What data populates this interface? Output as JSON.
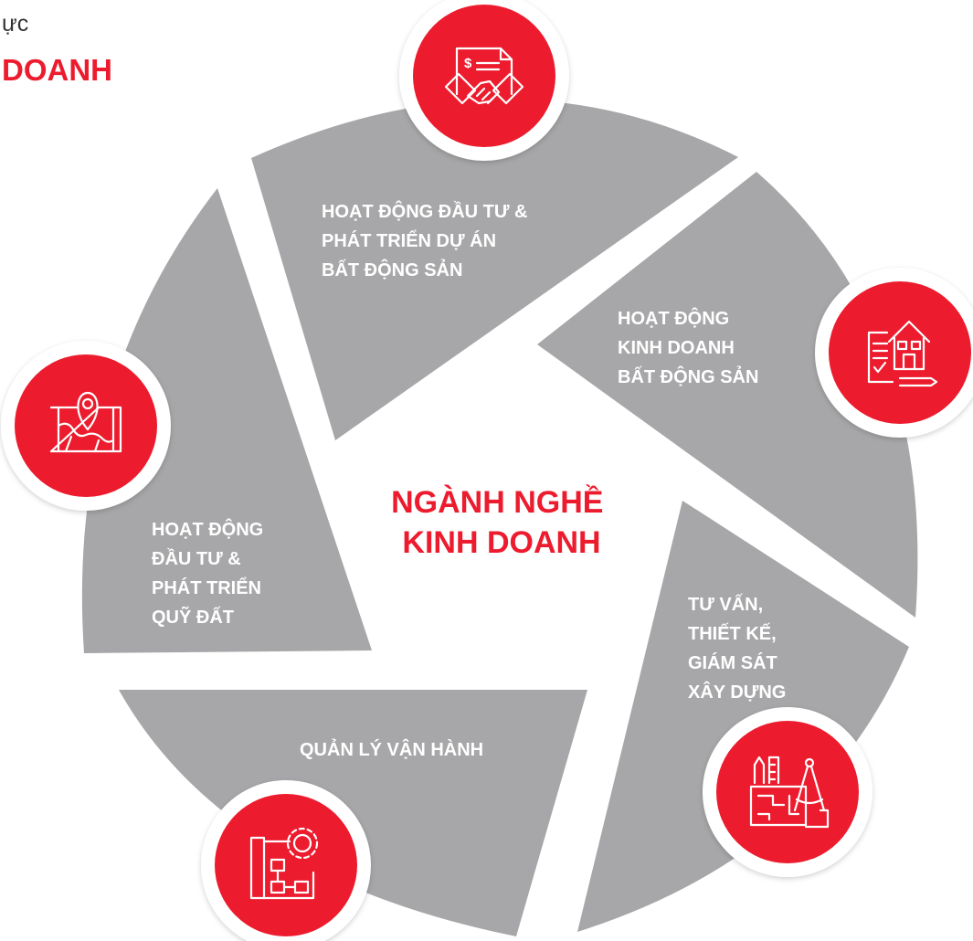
{
  "header": {
    "subtitle": "ực",
    "title": "DOANH"
  },
  "center": {
    "line1": "NGÀNH NGHỀ",
    "line2": "KINH DOANH"
  },
  "segments": [
    {
      "id": "investment-projects",
      "lines": [
        "HOẠT ĐỘNG ĐẦU TƯ &",
        "PHÁT TRIỂN DỰ ÁN",
        "BẤT ĐỘNG SẢN"
      ],
      "icon": "handshake-contract-icon"
    },
    {
      "id": "real-estate-business",
      "lines": [
        "HOẠT ĐỘNG",
        "KINH DOANH",
        "BẤT ĐỘNG SẢN"
      ],
      "icon": "house-document-icon"
    },
    {
      "id": "consulting-design",
      "lines": [
        "TƯ VẤN,",
        "THIẾT KẾ,",
        "GIÁM SÁT",
        "XÂY DỰNG"
      ],
      "icon": "drafting-tools-icon"
    },
    {
      "id": "operation-management",
      "lines": [
        "QUẢN LÝ VẬN HÀNH"
      ],
      "icon": "gear-flowchart-icon"
    },
    {
      "id": "land-fund",
      "lines": [
        "HOẠT ĐỘNG",
        "ĐẦU TƯ &",
        "PHÁT TRIỂN",
        "QUỸ ĐẤT"
      ],
      "icon": "map-pin-icon"
    }
  ],
  "colors": {
    "segment": "#a7a7a9",
    "accent": "#ec1c2e",
    "ring": "#ffffff"
  }
}
